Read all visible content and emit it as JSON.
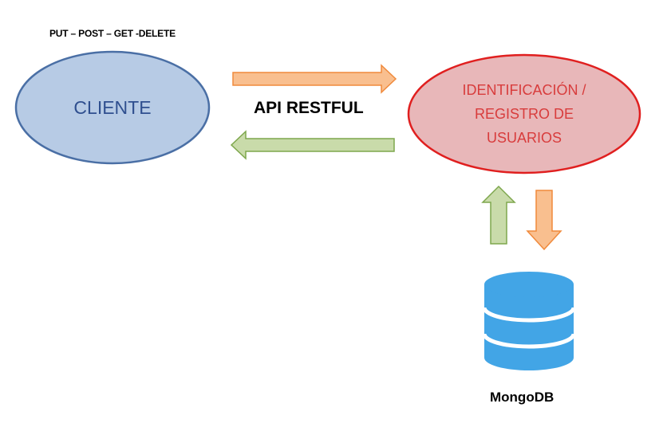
{
  "diagram": {
    "methods_label": "PUT – POST – GET -DELETE",
    "client_label": "CLIENTE",
    "api_label": "API RESTFUL",
    "server_label_lines": [
      "IDENTIFICACIÓN /",
      "REGISTRO DE",
      "USUARIOS"
    ],
    "database_label": "MongoDB"
  },
  "colors": {
    "client_fill": "#b7cbe5",
    "client_stroke": "#4a6fa5",
    "client_text": "#2f4f8f",
    "server_fill": "#e8b7b9",
    "server_stroke": "#e01f1f",
    "server_text": "#d83c3c",
    "arrow_orange_fill": "#f9bf8f",
    "arrow_orange_stroke": "#f08a3c",
    "arrow_green_fill": "#c9dbaa",
    "arrow_green_stroke": "#7ea74d",
    "db_blue": "#42a5e6"
  },
  "icons": [
    "request-arrow-icon",
    "response-arrow-icon",
    "db-read-arrow-icon",
    "db-write-arrow-icon",
    "database-icon"
  ]
}
